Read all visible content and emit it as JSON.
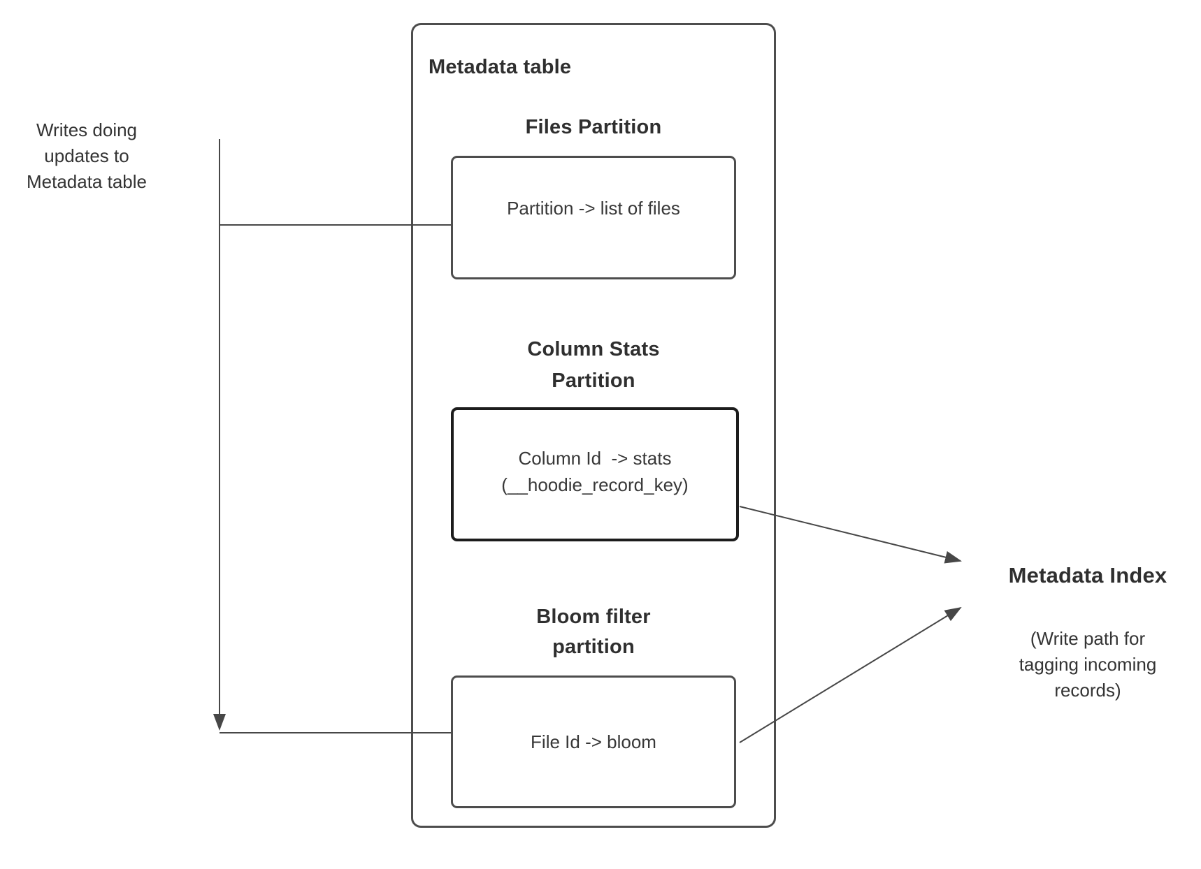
{
  "colors": {
    "background": "#ffffff",
    "text": "#2f2f2f",
    "border": "#4d4d4d",
    "stats_border": "#1c1c1c",
    "line": "#474747"
  },
  "left_note": {
    "lines": [
      "Writes doing",
      "updates to",
      "Metadata table"
    ]
  },
  "metadata_table": {
    "title": "Metadata table",
    "files_partition": {
      "heading": "Files Partition",
      "box_text": "Partition -> list of files"
    },
    "column_stats_partition": {
      "heading_lines": [
        "Column Stats",
        "Partition"
      ],
      "box_lines": [
        "Column Id  -> stats",
        "(__hoodie_record_key)"
      ]
    },
    "bloom_filter_partition": {
      "heading_lines": [
        "Bloom filter",
        "partition"
      ],
      "box_text": "File Id -> bloom"
    }
  },
  "metadata_index": {
    "title": "Metadata Index",
    "subtitle_lines": [
      "(Write path for",
      "tagging incoming",
      "records)"
    ]
  }
}
